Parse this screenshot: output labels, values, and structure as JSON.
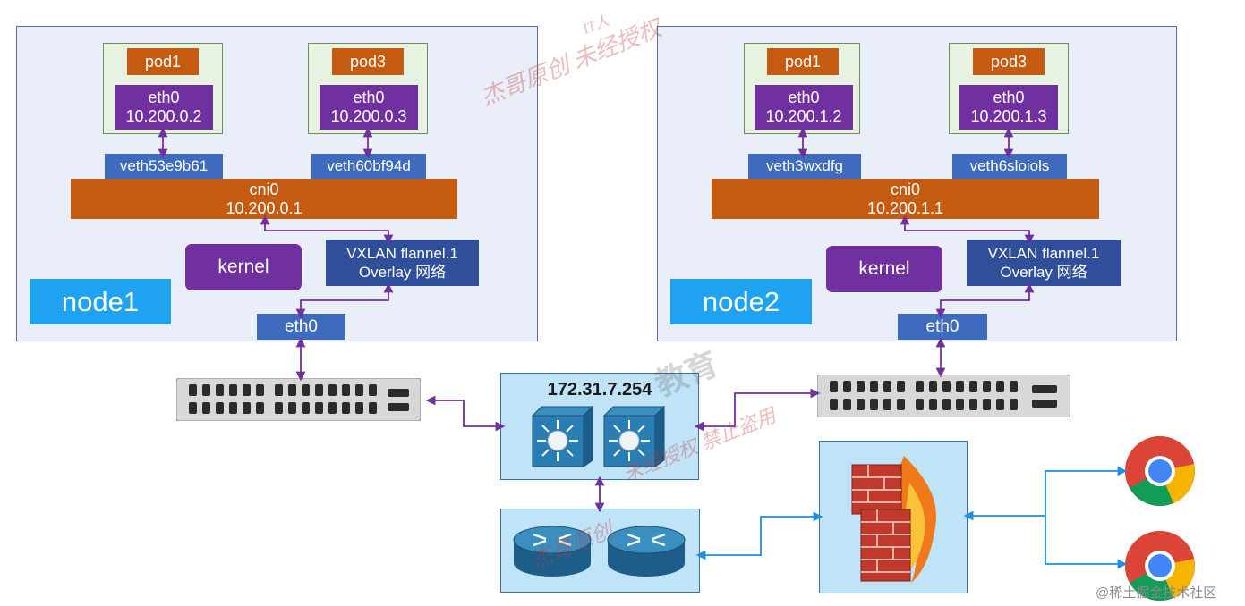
{
  "node1": {
    "label": "node1",
    "pods": [
      {
        "name": "pod1",
        "iface": "eth0",
        "ip": "10.200.0.2",
        "veth": "veth53e9b61"
      },
      {
        "name": "pod3",
        "iface": "eth0",
        "ip": "10.200.0.3",
        "veth": "veth60bf94d"
      }
    ],
    "bridge": {
      "name": "cni0",
      "ip": "10.200.0.1"
    },
    "kernel": "kernel",
    "vxlan": {
      "line1": "VXLAN flannel.1",
      "line2": "Overlay 网络"
    },
    "eth": "eth0"
  },
  "node2": {
    "label": "node2",
    "pods": [
      {
        "name": "pod1",
        "iface": "eth0",
        "ip": "10.200.1.2",
        "veth": "veth3wxdfg"
      },
      {
        "name": "pod3",
        "iface": "eth0",
        "ip": "10.200.1.3",
        "veth": "veth6sloiols"
      }
    ],
    "bridge": {
      "name": "cni0",
      "ip": "10.200.1.1"
    },
    "kernel": "kernel",
    "vxlan": {
      "line1": "VXLAN flannel.1",
      "line2": "Overlay 网络"
    },
    "eth": "eth0"
  },
  "core_switch": {
    "ip": "172.31.7.254"
  },
  "watermark": {
    "lines": [
      "杰哥原创 未经授权",
      "IT人",
      "杰哥原创",
      "教育",
      "未经授权 禁止盗用"
    ],
    "credit": "@稀土掘金技术社区"
  },
  "colors": {
    "node_bg": "#e9eef8",
    "pod_bg": "#e7f2e0",
    "pod_label": "#c55a11",
    "eth": "#7030a0",
    "veth": "#3f6bbf",
    "node_label": "#1fa2f0",
    "link_purple": "#7030a0",
    "link_blue": "#1d8fe0"
  },
  "icons": [
    "rack-switch-icon",
    "layer3-switch-icon",
    "router-icon",
    "firewall-icon",
    "chrome-icon"
  ]
}
